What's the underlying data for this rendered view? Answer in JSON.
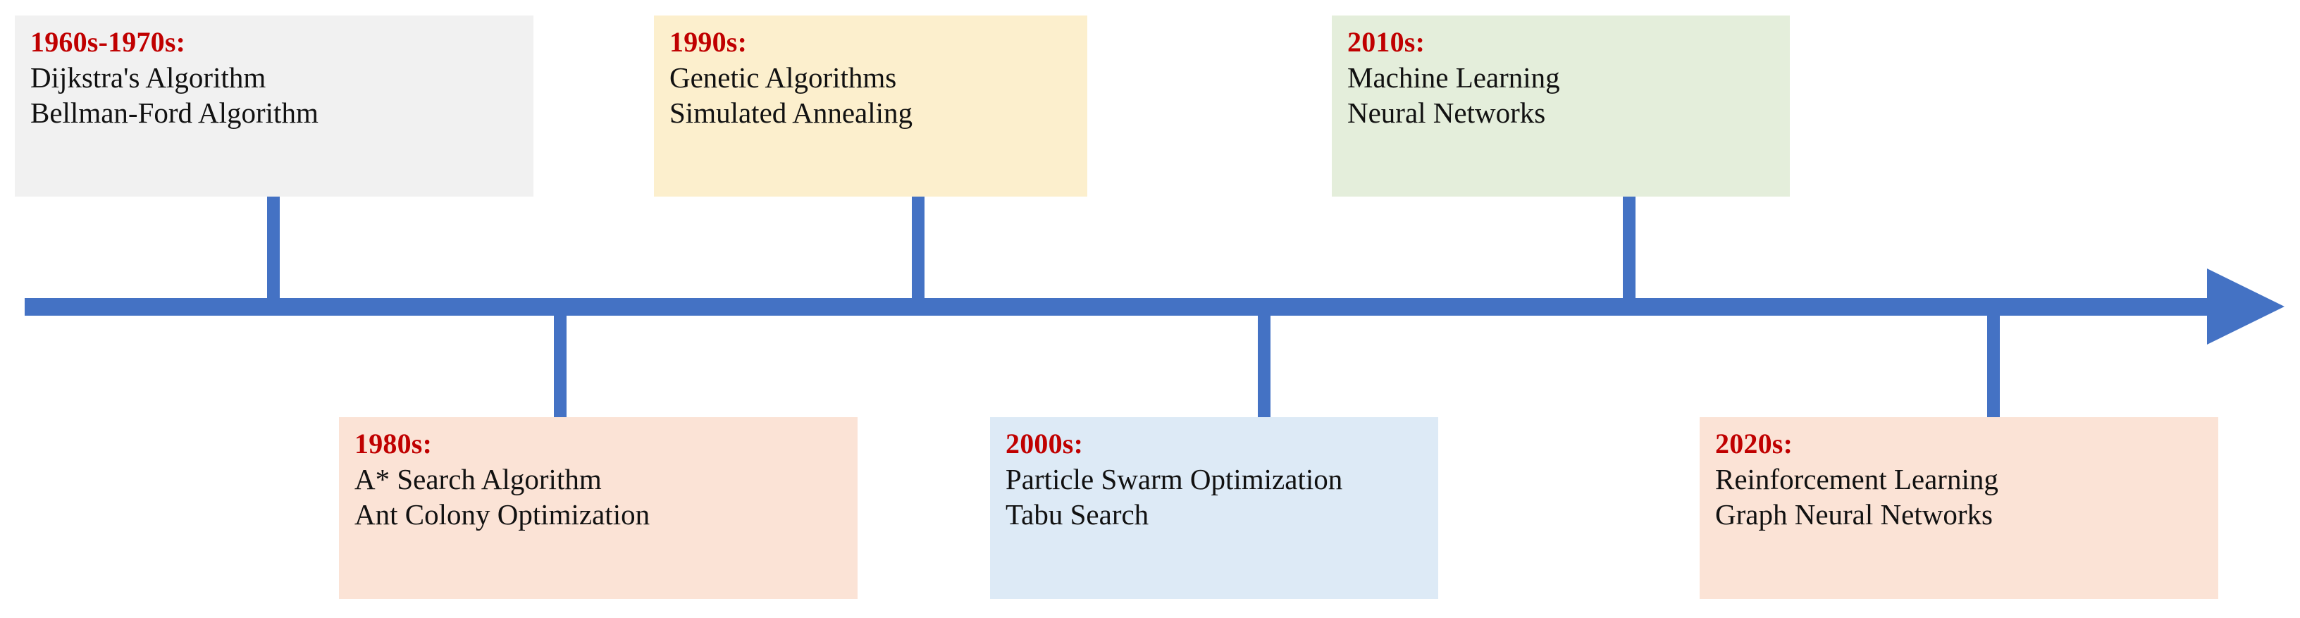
{
  "diagram": {
    "type": "timeline",
    "orientation": "horizontal",
    "title": "",
    "axis": {
      "color": "#4472c4",
      "direction": "left-to-right",
      "arrow_head": "right-arrow-icon"
    },
    "colors": {
      "era_text": "#c00000",
      "item_text": "#111111",
      "axis": "#4472c4"
    },
    "events": [
      {
        "era": "1960s-1970s:",
        "position": "above",
        "background": "#f1f1f1",
        "items": [
          "Dijkstra's Algorithm",
          "Bellman-Ford Algorithm"
        ]
      },
      {
        "era": "1980s:",
        "position": "below",
        "background": "#fbe3d6",
        "items": [
          "A* Search Algorithm",
          "Ant Colony Optimization"
        ]
      },
      {
        "era": "1990s:",
        "position": "above",
        "background": "#fcefcd",
        "items": [
          "Genetic Algorithms",
          "Simulated Annealing"
        ]
      },
      {
        "era": "2000s:",
        "position": "below",
        "background": "#ddeaf6",
        "items": [
          "Particle Swarm Optimization",
          "Tabu Search"
        ]
      },
      {
        "era": "2010s:",
        "position": "above",
        "background": "#e4eedb",
        "items": [
          "Machine Learning",
          "Neural Networks"
        ]
      },
      {
        "era": "2020s:",
        "position": "below",
        "background": "#fbe3d6",
        "items": [
          "Reinforcement Learning",
          "Graph Neural Networks"
        ]
      }
    ]
  }
}
